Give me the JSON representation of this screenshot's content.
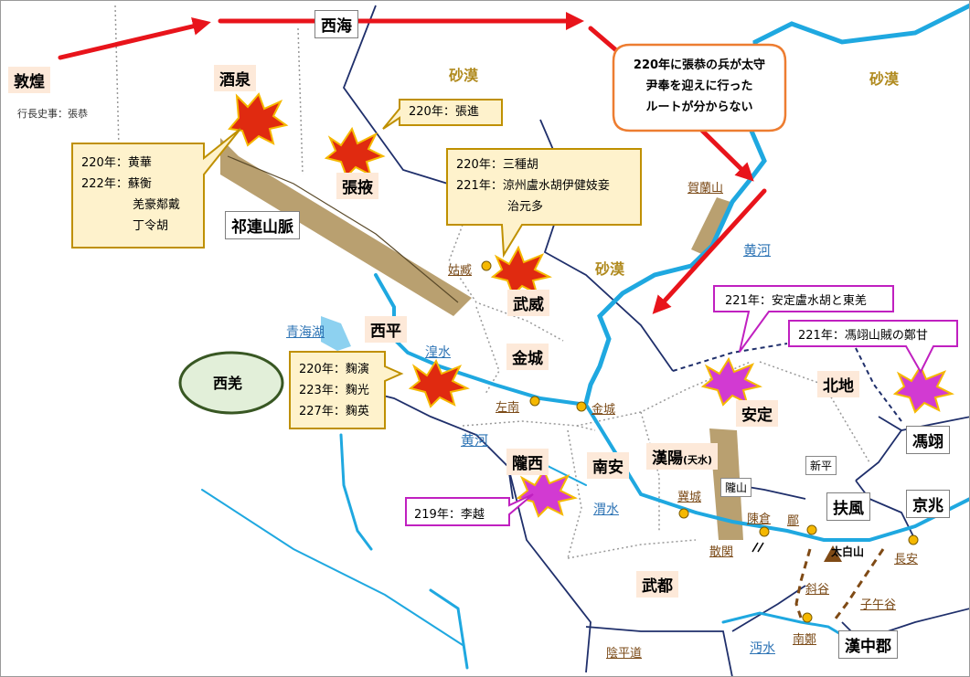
{
  "arrow_label": "西海",
  "regions": {
    "dunhuang": "敦煌",
    "jiuquan": "酒泉",
    "zhangye": "張掖",
    "wuwei": "武威",
    "jincheng": "金城",
    "xiping": "西平",
    "longxi": "隴西",
    "nanan": "南安",
    "hanyang": "漢陽",
    "tianshui_suffix": "(天水)",
    "anding": "安定",
    "beidi": "北地",
    "pingyi": "馮翊",
    "fufeng": "扶風",
    "jingzhao": "京兆",
    "wudu": "武都",
    "hanzhong": "漢中郡",
    "qilian": "祁連山脈",
    "xiqiang": "西羌",
    "longshan": "隴山",
    "xinping": "新平"
  },
  "dunhuang_note": "行長史事：張恭",
  "deserts": [
    "砂漠",
    "砂漠",
    "砂漠"
  ],
  "towns": {
    "guzang": "姑臧",
    "zuonan": "左南",
    "jincheng_town": "金城",
    "jicheng": "冀城",
    "chencang": "陳倉",
    "mei": "郿",
    "sanguan": "散関",
    "taibai": "太白山",
    "changan": "長安",
    "xiegu": "斜谷",
    "ziwugu": "子午谷",
    "nanzheng": "南鄭",
    "yinping": "陰平道",
    "helan": "賀蘭山"
  },
  "rivers": {
    "qinghai": "青海湖",
    "huangshui": "湟水",
    "huanghe_w": "黄河",
    "huanghe_e": "黄河",
    "weishui": "渭水",
    "mianshui": "沔水"
  },
  "callouts": {
    "zhangjin": "220年：張進",
    "jiuquan_lines": [
      "220年：黄華",
      "222年：蘇衡",
      "羌豪鄰戴",
      "丁令胡"
    ],
    "wuwei_lines": [
      "220年：三種胡",
      "221年：涼州盧水胡伊健妓妾",
      "治元多"
    ],
    "xiping_lines": [
      "220年：麴演",
      "223年：麴光",
      "227年：麴英"
    ],
    "route_note": [
      "220年に張恭の兵が太守",
      "尹奉を迎えに行った",
      "ルートが分からない"
    ]
  },
  "pink": {
    "anding": "221年：安定盧水胡と東羌",
    "pingyi": "221年：馮翊山賊の鄭甘",
    "liyue": "219年：李越"
  },
  "colors": {
    "arrow": "#e8141b",
    "river": "#1fa8e0",
    "boundary": "#1f2f6b",
    "mountain": "#b9a070",
    "burst": "#e02a10",
    "burst_pink": "#d23ad2",
    "region_bg": "#fde9d9",
    "callout_bg": "#fef2cc",
    "callout_border": "#bf9000",
    "route_note_border": "#ed7d31",
    "desert_text": "#b08a1e",
    "xiqiang_fill": "#e2efd9"
  }
}
